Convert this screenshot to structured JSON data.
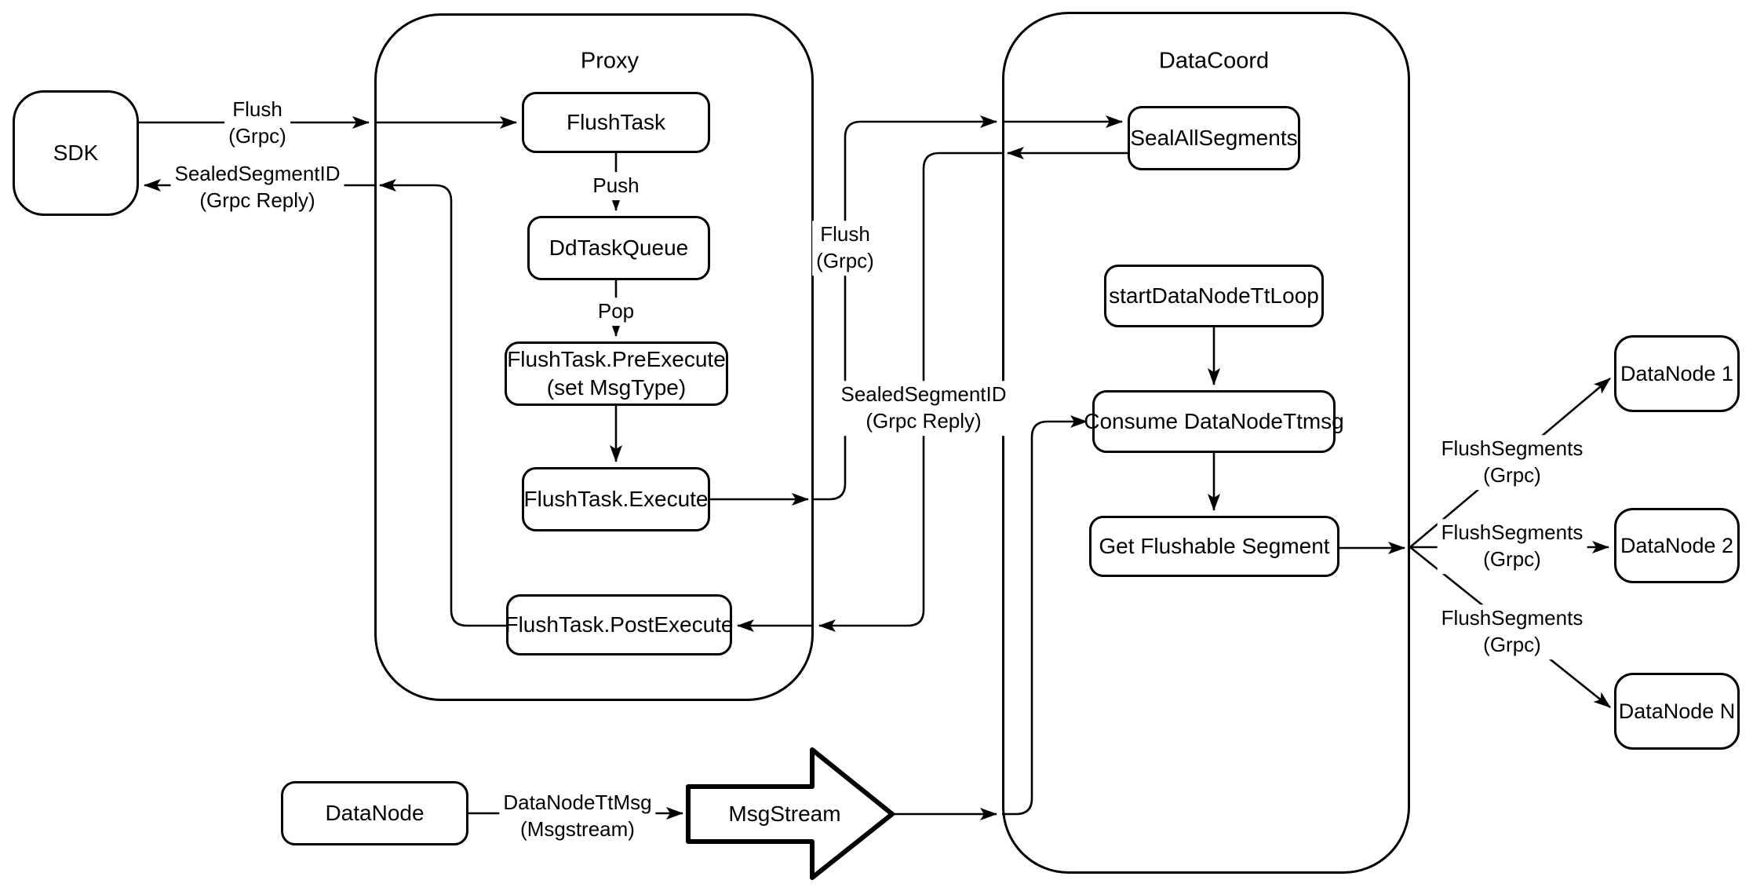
{
  "colors": {
    "stroke": "#000000",
    "background": "#ffffff"
  },
  "containers": {
    "proxy": {
      "label": "Proxy"
    },
    "datacoord": {
      "label": "DataCoord"
    }
  },
  "nodes": {
    "sdk": {
      "label": "SDK"
    },
    "flush_task": {
      "label": "FlushTask"
    },
    "dd_task_queue": {
      "label": "DdTaskQueue"
    },
    "pre_execute": {
      "line1": "FlushTask.PreExecute",
      "line2": "(set MsgType)"
    },
    "execute": {
      "label": "FlushTask.Execute"
    },
    "post_execute": {
      "label": "FlushTask.PostExecute"
    },
    "seal_all_segments": {
      "label": "SealAllSegments"
    },
    "start_data_node_tt_loop": {
      "label": "startDataNodeTtLoop"
    },
    "consume_data_node_ttmsg": {
      "label": "Consume DataNodeTtmsg"
    },
    "get_flushable_segment": {
      "label": "Get Flushable Segment"
    },
    "data_node_1": {
      "label": "DataNode 1"
    },
    "data_node_2": {
      "label": "DataNode 2"
    },
    "data_node_n": {
      "label": "DataNode N"
    },
    "data_node": {
      "label": "DataNode"
    },
    "msg_stream": {
      "label": "MsgStream"
    }
  },
  "edge_labels": {
    "flush_grpc_sdk": {
      "line1": "Flush",
      "line2": "(Grpc)"
    },
    "sealed_segment_id_sdk": {
      "line1": "SealedSegmentID",
      "line2": "(Grpc Reply)"
    },
    "push": {
      "label": "Push"
    },
    "pop": {
      "label": "Pop"
    },
    "flush_grpc_mid": {
      "line1": "Flush",
      "line2": "(Grpc)"
    },
    "sealed_segment_id_mid": {
      "line1": "SealedSegmentID",
      "line2": "(Grpc Reply)"
    },
    "flush_segments_1": {
      "line1": "FlushSegments",
      "line2": "(Grpc)"
    },
    "flush_segments_2": {
      "line1": "FlushSegments",
      "line2": "(Grpc)"
    },
    "flush_segments_3": {
      "line1": "FlushSegments",
      "line2": "(Grpc)"
    },
    "data_node_tt_msg": {
      "line1": "DataNodeTtMsg",
      "line2": "(Msgstream)"
    }
  }
}
